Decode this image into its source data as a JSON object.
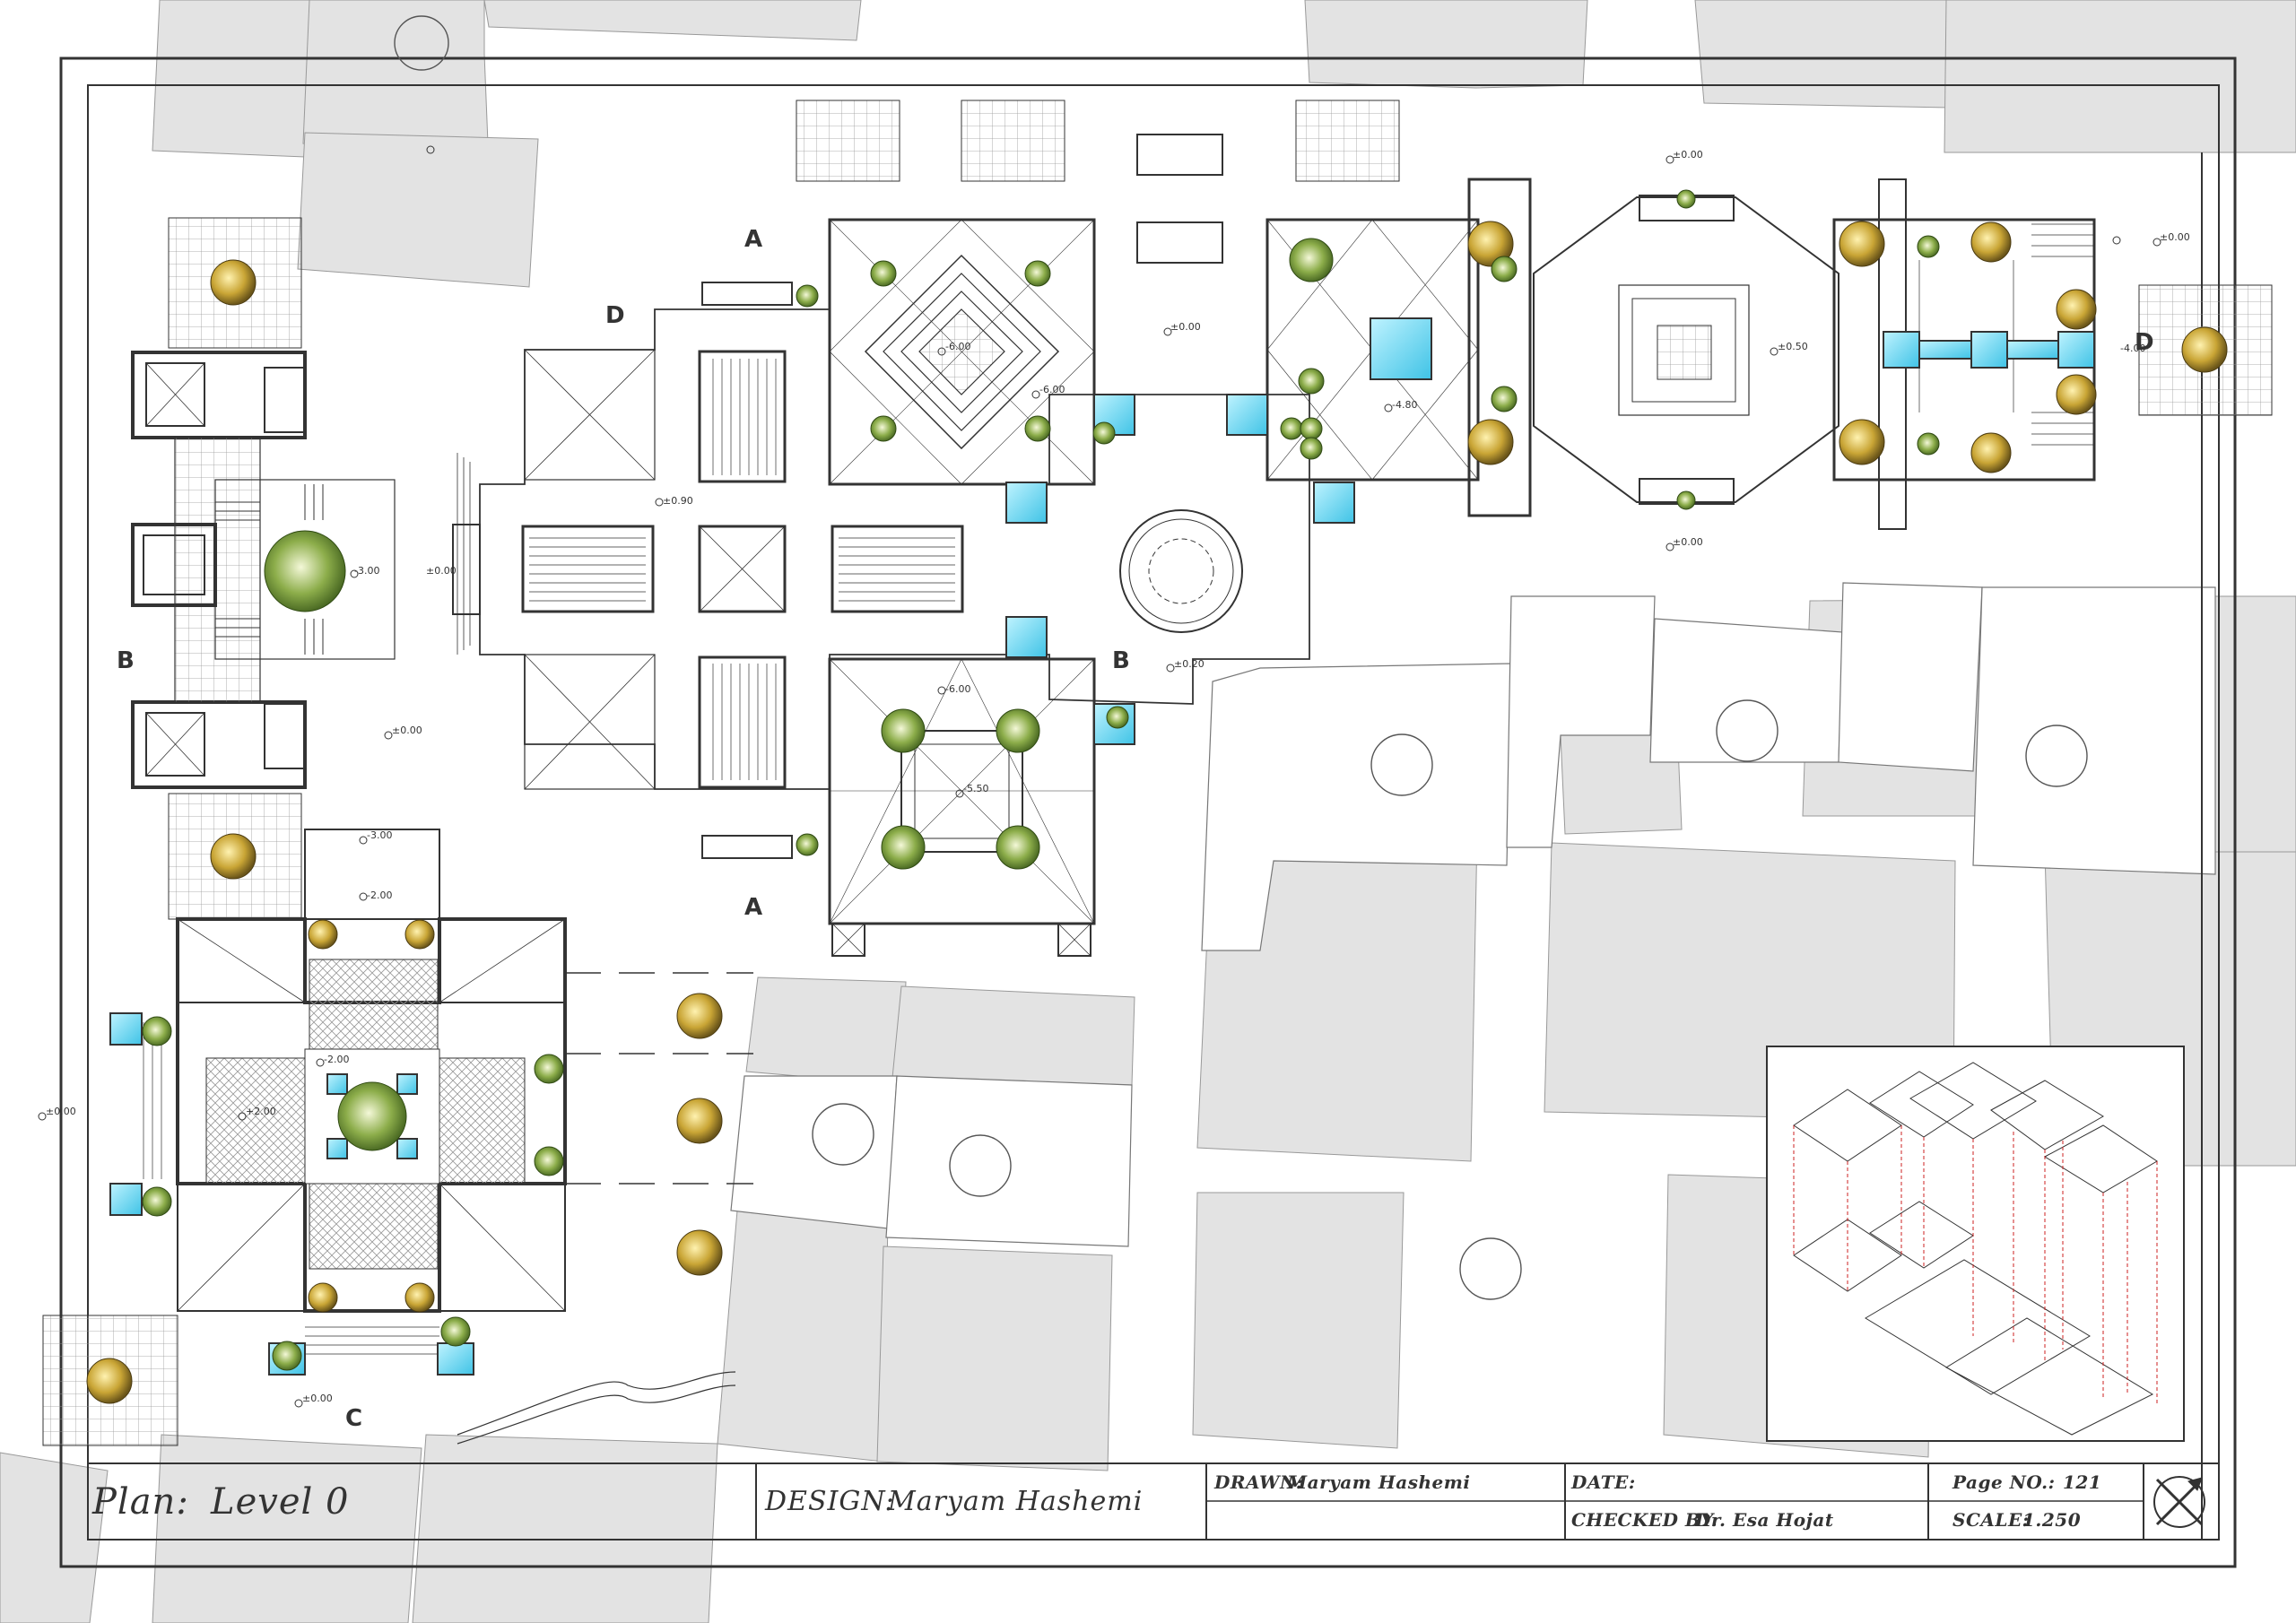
{
  "title_block": {
    "plan_label": "Plan:",
    "plan_level": "Level 0",
    "design_label": "DESIGN:",
    "design_name": "Maryam Hashemi",
    "drawn_label": "DRAWN:",
    "drawn_name": "Maryam Hashemi",
    "date_label": "DATE:",
    "date_value": "",
    "checked_label": "CHECKED BY:",
    "checked_name": "Dr. Esa Hojat",
    "page_label": "Page NO.:",
    "page_number": "121",
    "scale_label": "SCALE:",
    "scale_value": "1.250"
  },
  "level_markers": [
    "±0.00",
    "±0.00",
    "±0.00",
    "±0.00",
    "±0.00",
    "±0.00",
    "±0.00",
    "±0.00",
    "±0.90",
    "±0.50",
    "±0.20",
    "-3.00",
    "-5.50",
    "-6.00",
    "-6.00",
    "-6.00",
    "-4.80",
    "-4.00",
    "-3.00",
    "+2.00",
    "-2.00",
    "-2.00"
  ],
  "section_markers": [
    "A",
    "A",
    "B",
    "B",
    "C",
    "D",
    "D"
  ],
  "colors": {
    "line": "#333333",
    "building_fill": "#e3e3e3",
    "water": "#5fd3ee",
    "tree_gold": "#c9a535",
    "tree_green": "#8cad4a",
    "axon_red": "#cc2222"
  },
  "icons": [
    "north-arrow-icon",
    "tree-icon",
    "pool-icon"
  ]
}
